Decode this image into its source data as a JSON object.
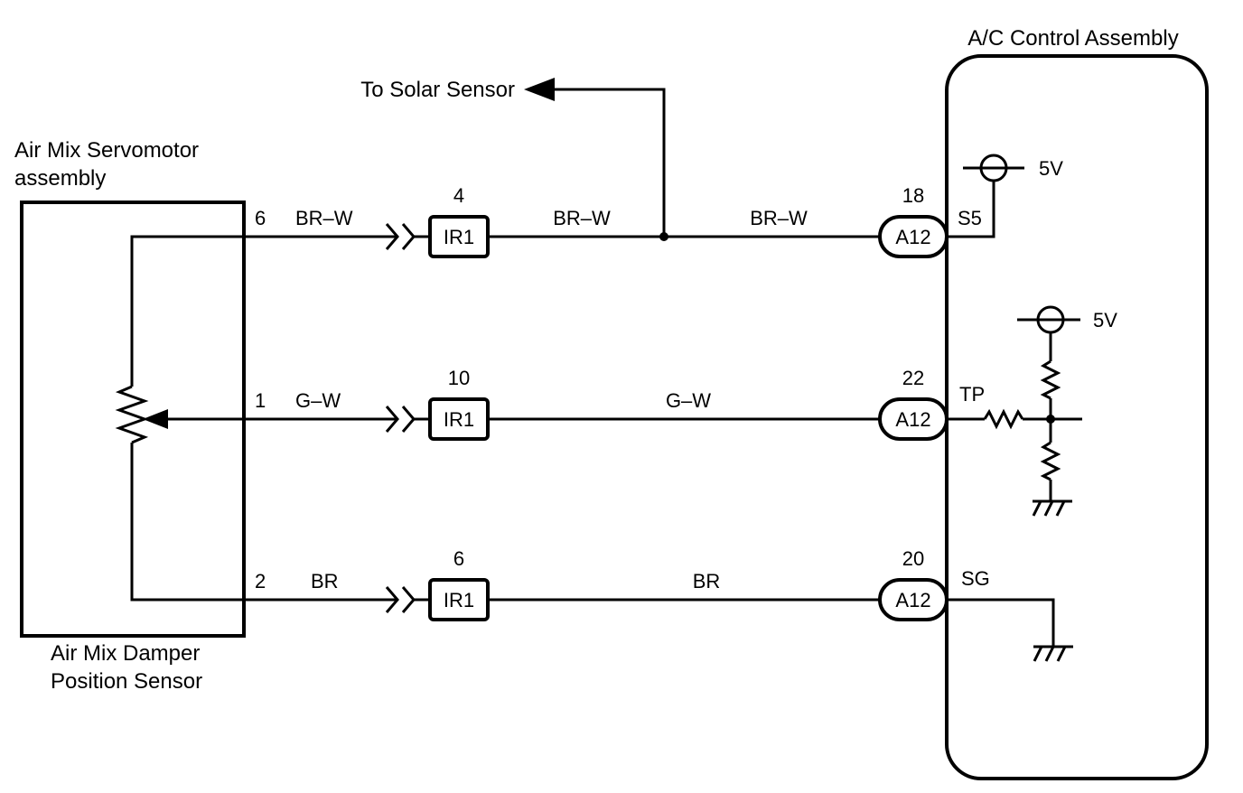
{
  "labels": {
    "servomotor_line1": "Air Mix Servomotor",
    "servomotor_line2": "assembly",
    "sensor_line1": "Air Mix Damper",
    "sensor_line2": "Position Sensor",
    "control_assembly": "A/C Control Assembly",
    "solar_sensor": "To Solar Sensor"
  },
  "circuits": [
    {
      "sensor_pin": "6",
      "wire_left": "BR–W",
      "junction_pin": "4",
      "junction": "IR1",
      "wire_mid": "BR–W",
      "wire_right": "BR–W",
      "ecu_pin": "18",
      "ecu_connector": "A12",
      "ecu_terminal": "S5"
    },
    {
      "sensor_pin": "1",
      "wire_left": "G–W",
      "junction_pin": "10",
      "junction": "IR1",
      "wire_mid": "G–W",
      "ecu_pin": "22",
      "ecu_connector": "A12",
      "ecu_terminal": "TP"
    },
    {
      "sensor_pin": "2",
      "wire_left": "BR",
      "junction_pin": "6",
      "junction": "IR1",
      "wire_mid": "BR",
      "ecu_pin": "20",
      "ecu_connector": "A12",
      "ecu_terminal": "SG"
    }
  ],
  "supplies": [
    {
      "label": "5V"
    },
    {
      "label": "5V"
    }
  ]
}
